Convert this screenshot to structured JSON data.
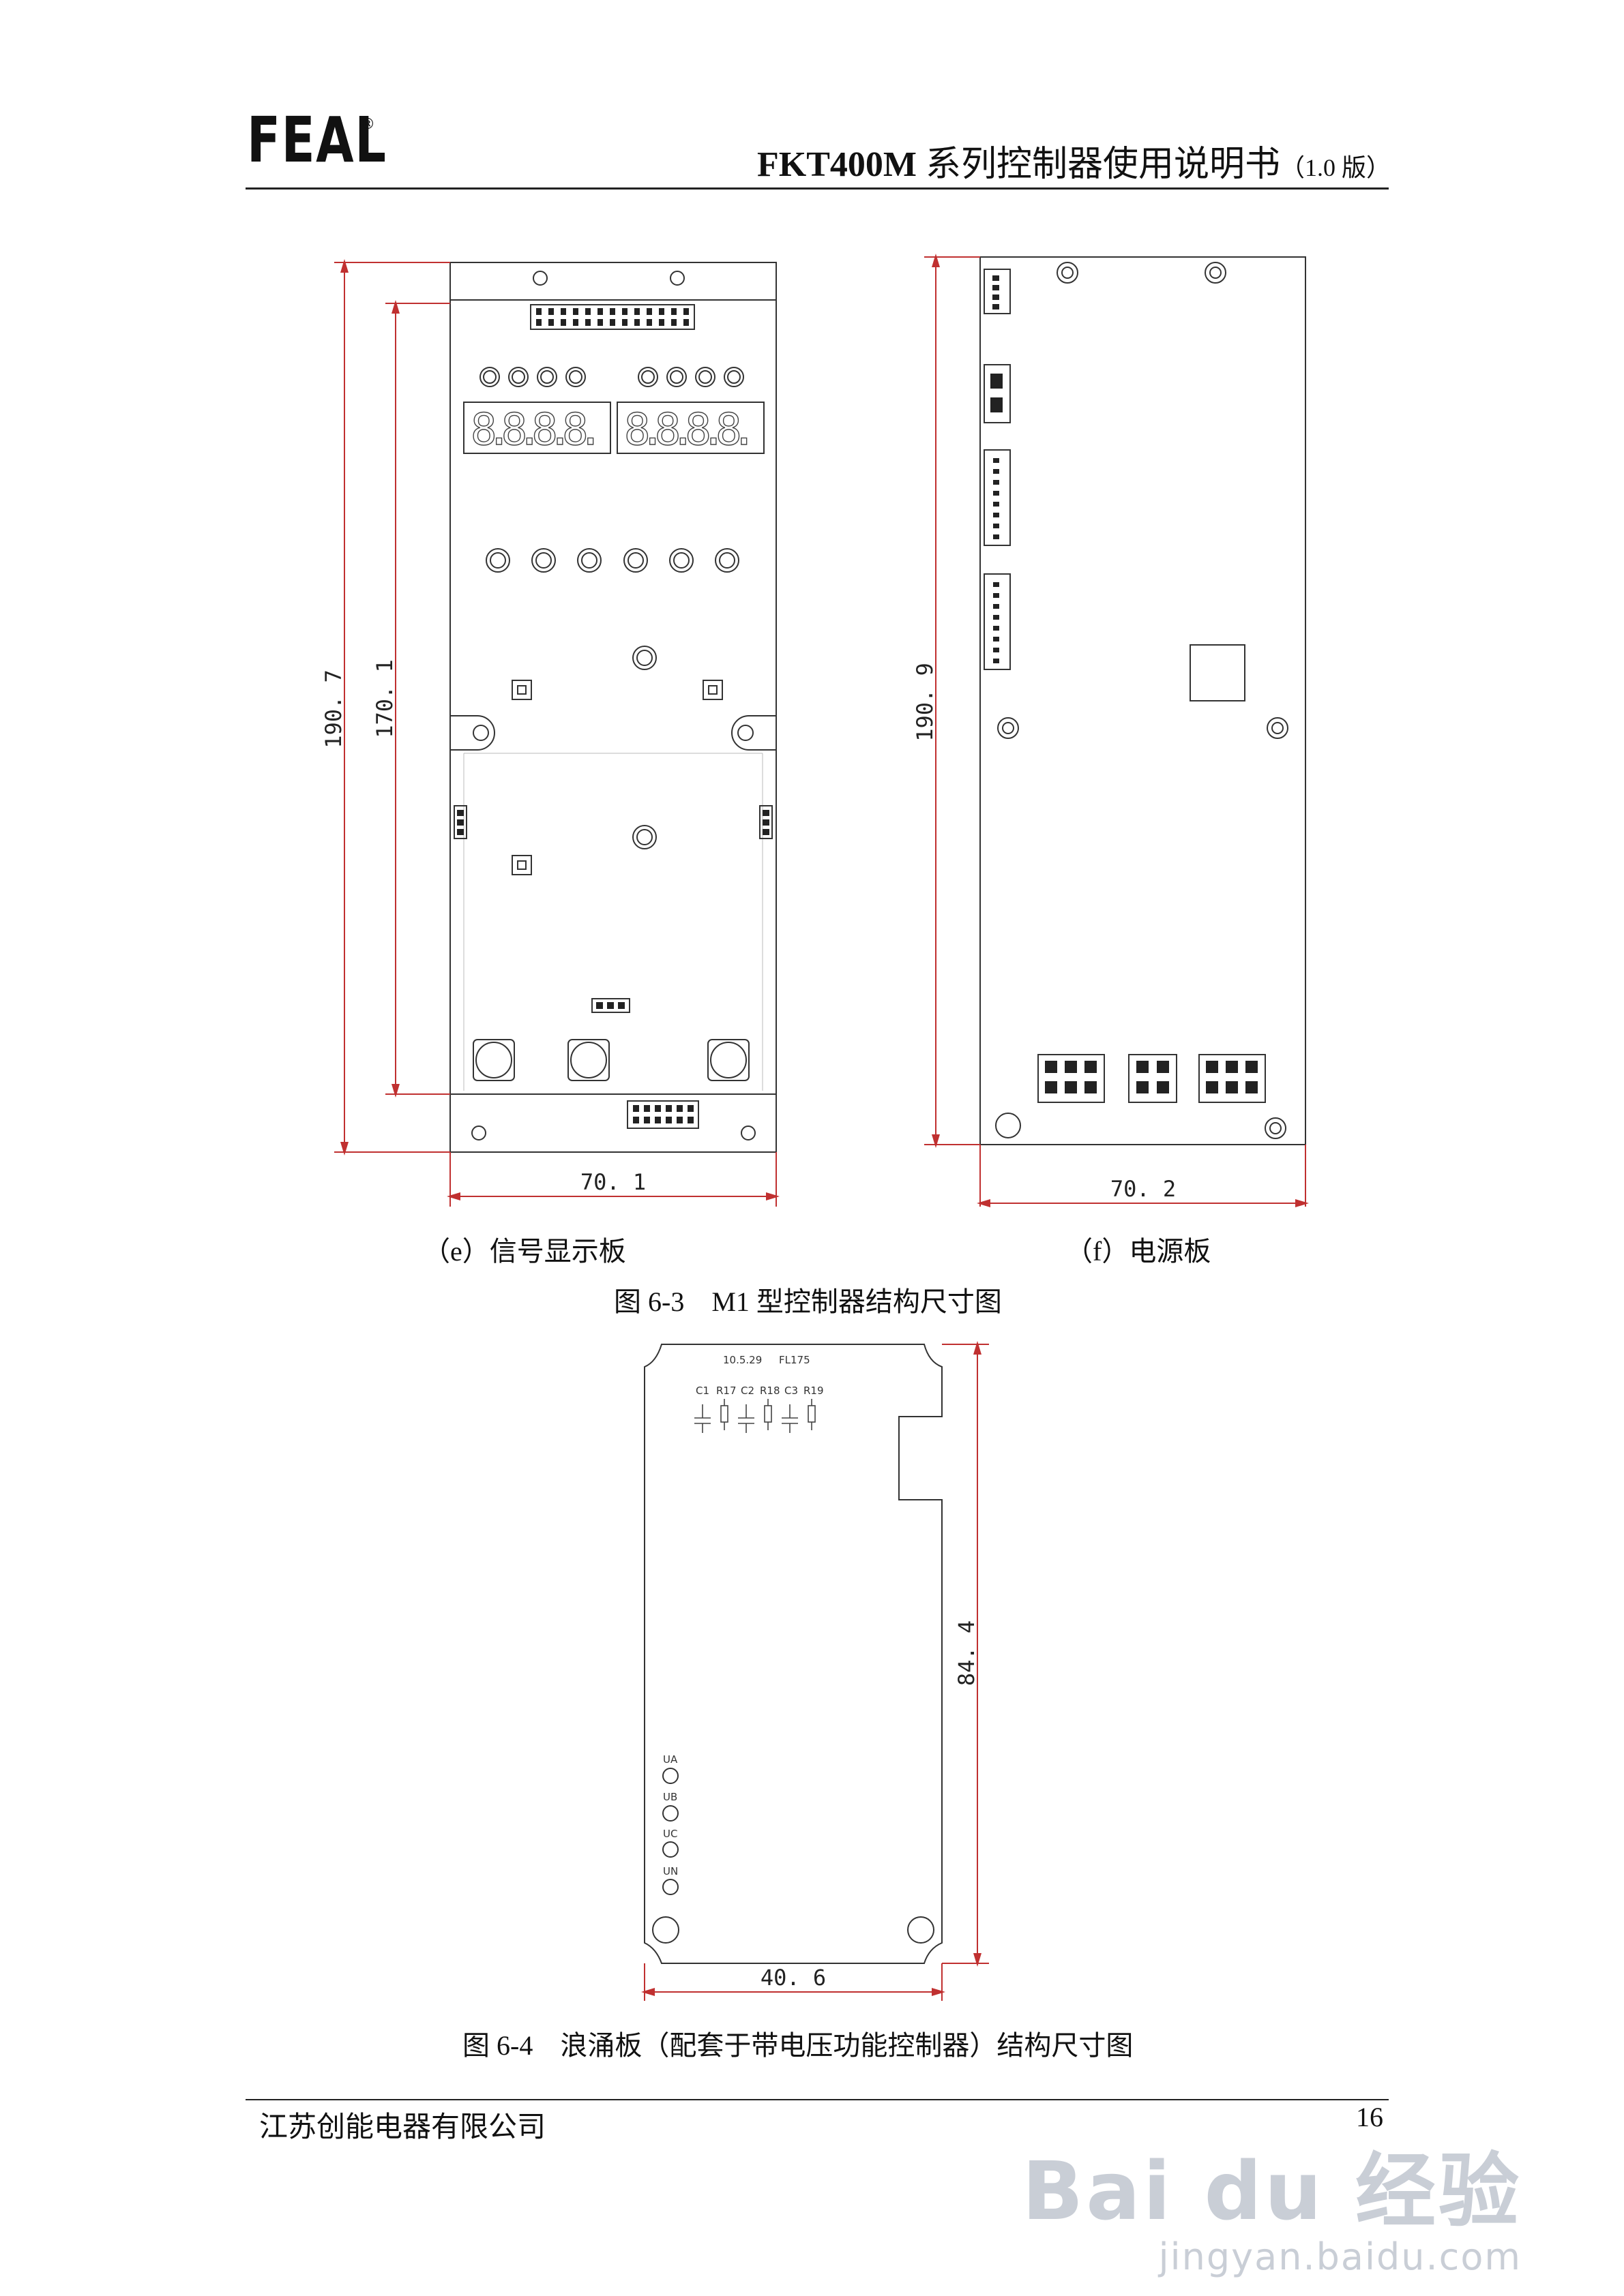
{
  "header": {
    "logo": "FEAL",
    "logo_mark": "®",
    "title_bold": "FKT400M",
    "title_rest": " 系列控制器使用说明书",
    "title_version": "（1.0 版）"
  },
  "figures": {
    "board_e": {
      "caption": "（e）信号显示板",
      "dim_height_outer": "190. 7",
      "dim_height_inner": "170. 1",
      "dim_width": "70. 1",
      "display_digits": [
        "8.8.8.8.",
        "8.8.8.8."
      ]
    },
    "board_f": {
      "caption": "（f）电源板",
      "dim_height": "190. 9",
      "dim_width": "70. 2"
    },
    "fig_6_3_caption": "图 6-3　M1 型控制器结构尺寸图",
    "surge_board": {
      "date_text": "10.5.29",
      "model_text": "FL175",
      "components": [
        "C1",
        "R17",
        "C2",
        "R18",
        "C3",
        "R19"
      ],
      "terminals": [
        "UA",
        "UB",
        "UC",
        "UN"
      ],
      "dim_height": "84. 4",
      "dim_width": "40. 6"
    },
    "fig_6_4_caption": "图 6-4　浪涌板（配套于带电压功能控制器）结构尺寸图"
  },
  "footer": {
    "company": "江苏创能电器有限公司",
    "page_number": "16"
  },
  "watermark": {
    "brand": "Bai du 经验",
    "url": "jingyan.baidu.com"
  }
}
